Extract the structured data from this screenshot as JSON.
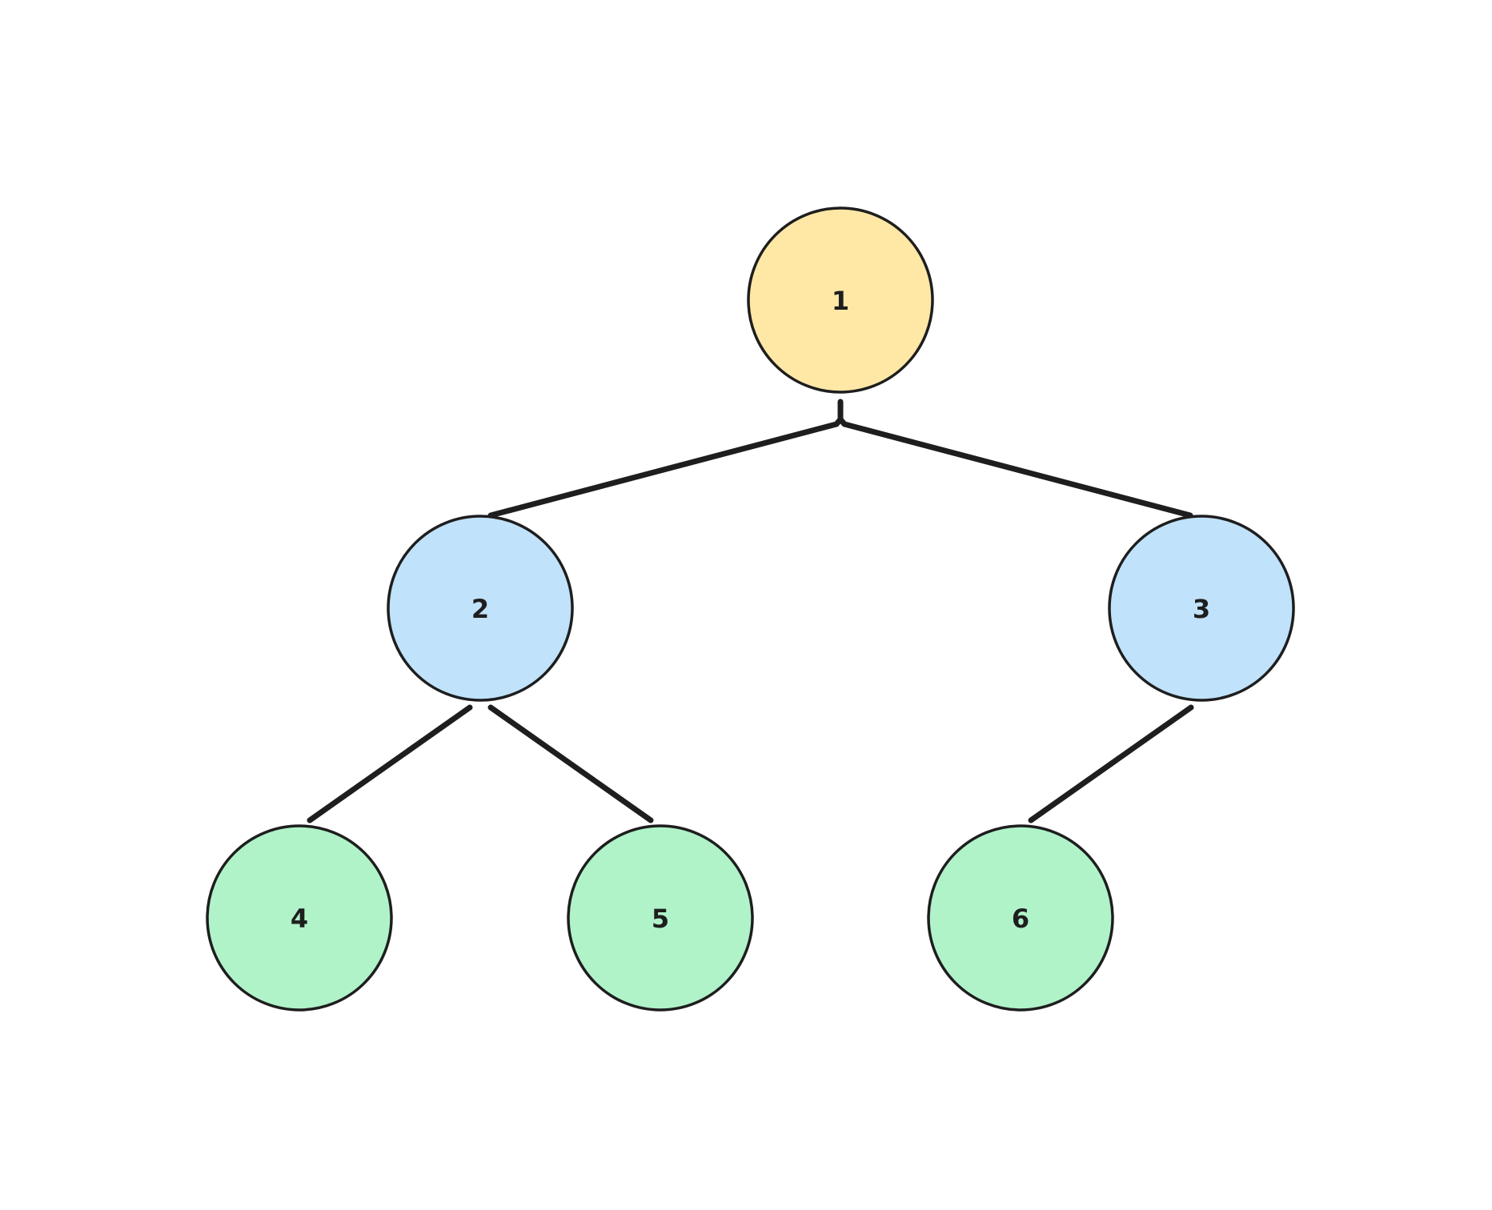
{
  "tree": {
    "colors": {
      "root": "#ffe8a6",
      "internal": "#c0e2fb",
      "leaf": "#b0f3c9",
      "stroke": "#1e1e1e",
      "background": "#ffffff"
    },
    "nodes": [
      {
        "id": "1",
        "label": "1",
        "level": "root"
      },
      {
        "id": "2",
        "label": "2",
        "level": "internal"
      },
      {
        "id": "3",
        "label": "3",
        "level": "internal"
      },
      {
        "id": "4",
        "label": "4",
        "level": "leaf"
      },
      {
        "id": "5",
        "label": "5",
        "level": "leaf"
      },
      {
        "id": "6",
        "label": "6",
        "level": "leaf"
      }
    ],
    "edges": [
      {
        "from": "1",
        "to": "2"
      },
      {
        "from": "1",
        "to": "3"
      },
      {
        "from": "2",
        "to": "4"
      },
      {
        "from": "2",
        "to": "5"
      },
      {
        "from": "3",
        "to": "6"
      }
    ]
  }
}
